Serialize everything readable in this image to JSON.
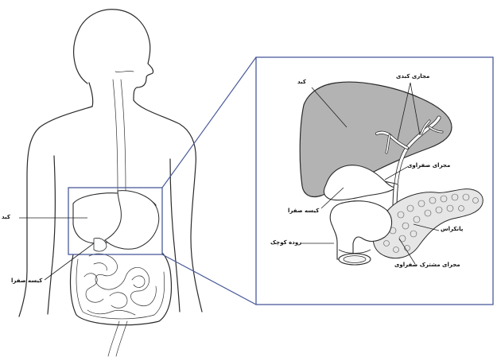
{
  "labels": {
    "liver_body": "کبد",
    "gallbladder_body": "کیسه صفرا",
    "liver_inset": "کبد",
    "hepatic_ducts": "مجاری کبدی",
    "bile_duct": "مجرای صفراوی",
    "gallbladder_inset": "کیسه صفرا",
    "pancreas": "پانکراس",
    "small_intestine": "روده کوچک",
    "common_bile_duct": "مجرای مشترک صفراوی"
  },
  "colors": {
    "liver_fill": "#b3b3b3",
    "frame": "#4a5a9a",
    "outline": "#2a2a2a"
  }
}
